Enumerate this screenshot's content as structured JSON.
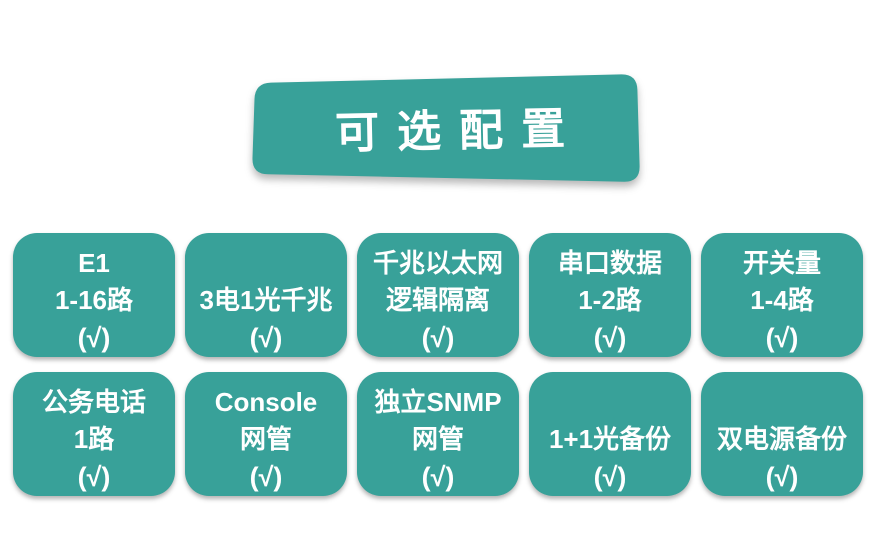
{
  "theme": {
    "teal": "#38a199",
    "text_color": "#ffffff",
    "background": "#ffffff"
  },
  "banner": {
    "title": "可选配置"
  },
  "cards": [
    {
      "lines": [
        "E1",
        "1-16路"
      ],
      "check": "(√)"
    },
    {
      "lines": [
        "3电1光千兆"
      ],
      "check": "(√)"
    },
    {
      "lines": [
        "千兆以太网",
        "逻辑隔离"
      ],
      "check": "(√)"
    },
    {
      "lines": [
        "串口数据",
        "1-2路"
      ],
      "check": "(√)"
    },
    {
      "lines": [
        "开关量",
        "1-4路"
      ],
      "check": "(√)"
    },
    {
      "lines": [
        "公务电话",
        "1路"
      ],
      "check": "(√)"
    },
    {
      "lines": [
        "Console",
        "网管"
      ],
      "check": "(√)"
    },
    {
      "lines": [
        "独立SNMP",
        "网管"
      ],
      "check": "(√)"
    },
    {
      "lines": [
        "1+1光备份"
      ],
      "check": "(√)"
    },
    {
      "lines": [
        "双电源备份"
      ],
      "check": "(√)"
    }
  ]
}
